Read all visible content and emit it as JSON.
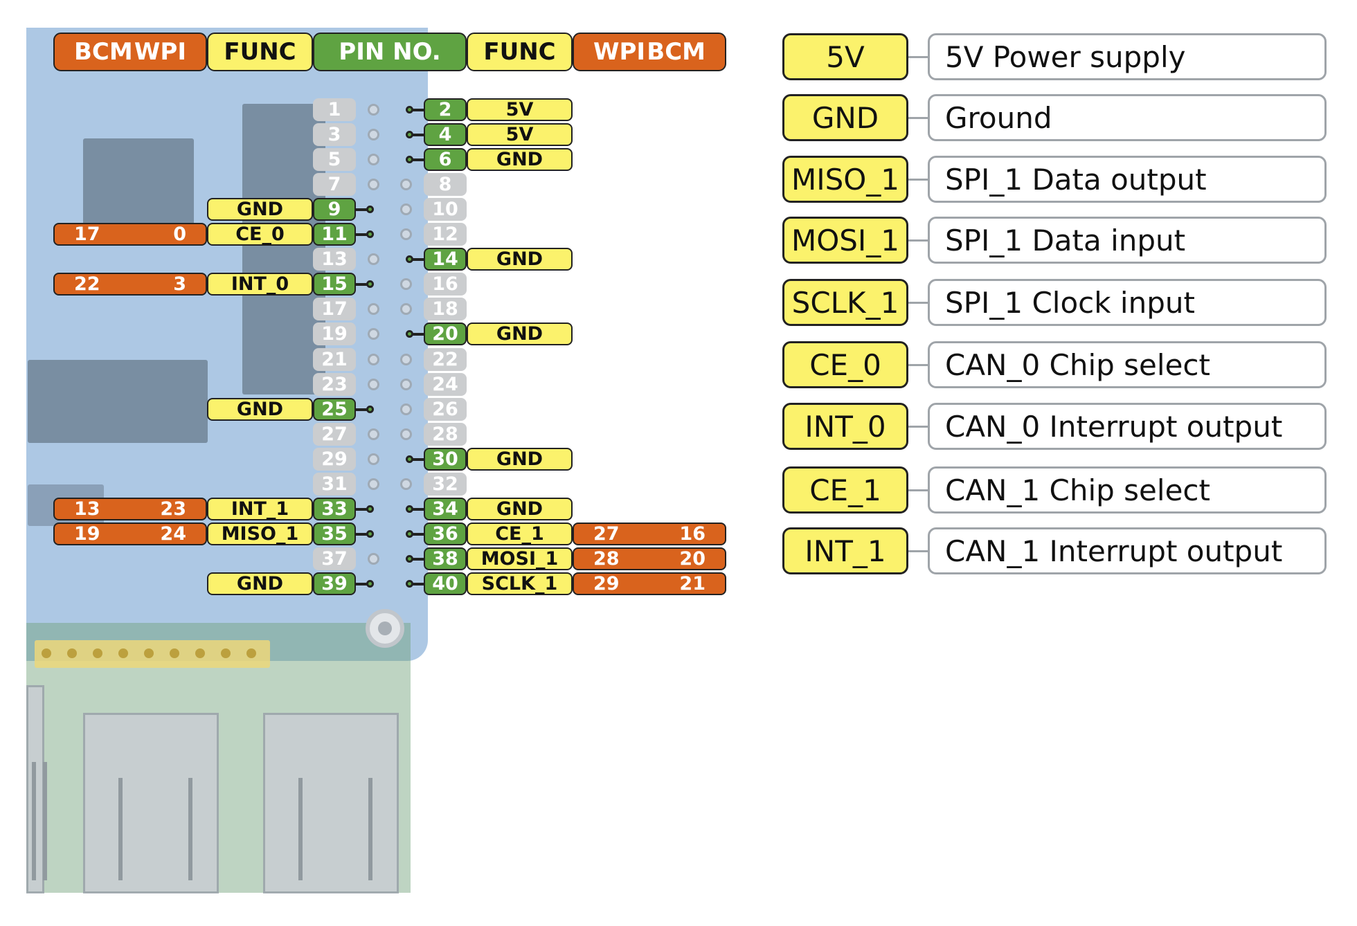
{
  "header": {
    "left_bcm": "BCM",
    "left_wpi": "WPI",
    "left_func": "FUNC",
    "pin_no": "PIN NO.",
    "right_func": "FUNC",
    "right_wpi": "WPI",
    "right_bcm": "BCM"
  },
  "pins_left": [
    {
      "pin": "1",
      "active": false
    },
    {
      "pin": "3",
      "active": false
    },
    {
      "pin": "5",
      "active": false
    },
    {
      "pin": "7",
      "active": false
    },
    {
      "pin": "9",
      "active": true,
      "func": "GND"
    },
    {
      "pin": "11",
      "active": true,
      "func": "CE_0",
      "bcm": "17",
      "wpi": "0"
    },
    {
      "pin": "13",
      "active": false
    },
    {
      "pin": "15",
      "active": true,
      "func": "INT_0",
      "bcm": "22",
      "wpi": "3"
    },
    {
      "pin": "17",
      "active": false
    },
    {
      "pin": "19",
      "active": false
    },
    {
      "pin": "21",
      "active": false
    },
    {
      "pin": "23",
      "active": false
    },
    {
      "pin": "25",
      "active": true,
      "func": "GND"
    },
    {
      "pin": "27",
      "active": false
    },
    {
      "pin": "29",
      "active": false
    },
    {
      "pin": "31",
      "active": false
    },
    {
      "pin": "33",
      "active": true,
      "func": "INT_1",
      "bcm": "13",
      "wpi": "23"
    },
    {
      "pin": "35",
      "active": true,
      "func": "MISO_1",
      "bcm": "19",
      "wpi": "24"
    },
    {
      "pin": "37",
      "active": false
    },
    {
      "pin": "39",
      "active": true,
      "func": "GND"
    }
  ],
  "pins_right": [
    {
      "pin": "2",
      "active": true,
      "func": "5V"
    },
    {
      "pin": "4",
      "active": true,
      "func": "5V"
    },
    {
      "pin": "6",
      "active": true,
      "func": "GND"
    },
    {
      "pin": "8",
      "active": false
    },
    {
      "pin": "10",
      "active": false
    },
    {
      "pin": "12",
      "active": false
    },
    {
      "pin": "14",
      "active": true,
      "func": "GND"
    },
    {
      "pin": "16",
      "active": false
    },
    {
      "pin": "18",
      "active": false
    },
    {
      "pin": "20",
      "active": true,
      "func": "GND"
    },
    {
      "pin": "22",
      "active": false
    },
    {
      "pin": "24",
      "active": false
    },
    {
      "pin": "26",
      "active": false
    },
    {
      "pin": "28",
      "active": false
    },
    {
      "pin": "30",
      "active": true,
      "func": "GND"
    },
    {
      "pin": "32",
      "active": false
    },
    {
      "pin": "34",
      "active": true,
      "func": "GND"
    },
    {
      "pin": "36",
      "active": true,
      "func": "CE_1",
      "wpi": "27",
      "bcm": "16"
    },
    {
      "pin": "38",
      "active": true,
      "func": "MOSI_1",
      "wpi": "28",
      "bcm": "20"
    },
    {
      "pin": "40",
      "active": true,
      "func": "SCLK_1",
      "wpi": "29",
      "bcm": "21"
    }
  ],
  "legend": [
    {
      "key": "5V",
      "desc": "5V Power supply"
    },
    {
      "key": "GND",
      "desc": "Ground"
    },
    {
      "key": "MISO_1",
      "desc": "SPI_1 Data output"
    },
    {
      "key": "MOSI_1",
      "desc": "SPI_1 Data input"
    },
    {
      "key": "SCLK_1",
      "desc": "SPI_1 Clock input"
    },
    {
      "key": "CE_0",
      "desc": "CAN_0 Chip select"
    },
    {
      "key": "INT_0",
      "desc": "CAN_0 Interrupt output"
    },
    {
      "key": "CE_1",
      "desc": "CAN_1 Chip select"
    },
    {
      "key": "INT_1",
      "desc": "CAN_1 Interrupt output"
    }
  ],
  "colors": {
    "bcm_wpi": "#d9631d",
    "func": "#fbf26c",
    "pin_active": "#5fa342",
    "pin_inactive": "#cbcdcf",
    "board": "#6a9bcd"
  }
}
